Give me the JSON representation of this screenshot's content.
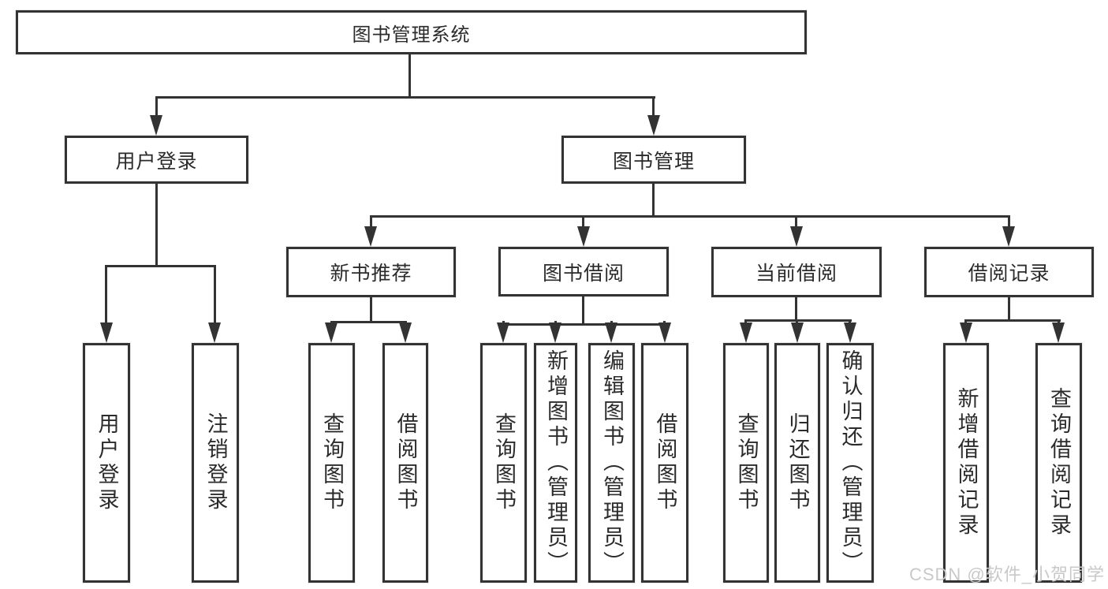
{
  "diagram": {
    "title": "图书管理系统",
    "root": {
      "label": "图书管理系统"
    },
    "level2": [
      {
        "label": "用户登录"
      },
      {
        "label": "图书管理"
      }
    ],
    "level3": [
      {
        "label": "新书推荐",
        "parent": "图书管理"
      },
      {
        "label": "图书借阅",
        "parent": "图书管理"
      },
      {
        "label": "当前借阅",
        "parent": "图书管理"
      },
      {
        "label": "借阅记录",
        "parent": "图书管理"
      }
    ],
    "leaves": [
      {
        "label": "用户登录",
        "parent": "用户登录"
      },
      {
        "label": "注销登录",
        "parent": "用户登录"
      },
      {
        "label": "查询图书",
        "parent": "新书推荐"
      },
      {
        "label": "借阅图书",
        "parent": "新书推荐"
      },
      {
        "label": "查询图书",
        "parent": "图书借阅"
      },
      {
        "label": "新增图书（管理员）",
        "parent": "图书借阅"
      },
      {
        "label": "编辑图书（管理员）",
        "parent": "图书借阅"
      },
      {
        "label": "借阅图书",
        "parent": "图书借阅"
      },
      {
        "label": "查询图书",
        "parent": "当前借阅"
      },
      {
        "label": "归还图书",
        "parent": "当前借阅"
      },
      {
        "label": "确认归还（管理员）",
        "parent": "当前借阅"
      },
      {
        "label": "新增借阅记录",
        "parent": "借阅记录"
      },
      {
        "label": "查询借阅记录",
        "parent": "借阅记录"
      }
    ],
    "watermark": "CSDN @软件_小贺同学",
    "colors": {
      "line": "#333333",
      "box_border": "#333333",
      "text": "#2b2b2b",
      "watermark": "#c9c9c9",
      "background": "#ffffff"
    }
  }
}
